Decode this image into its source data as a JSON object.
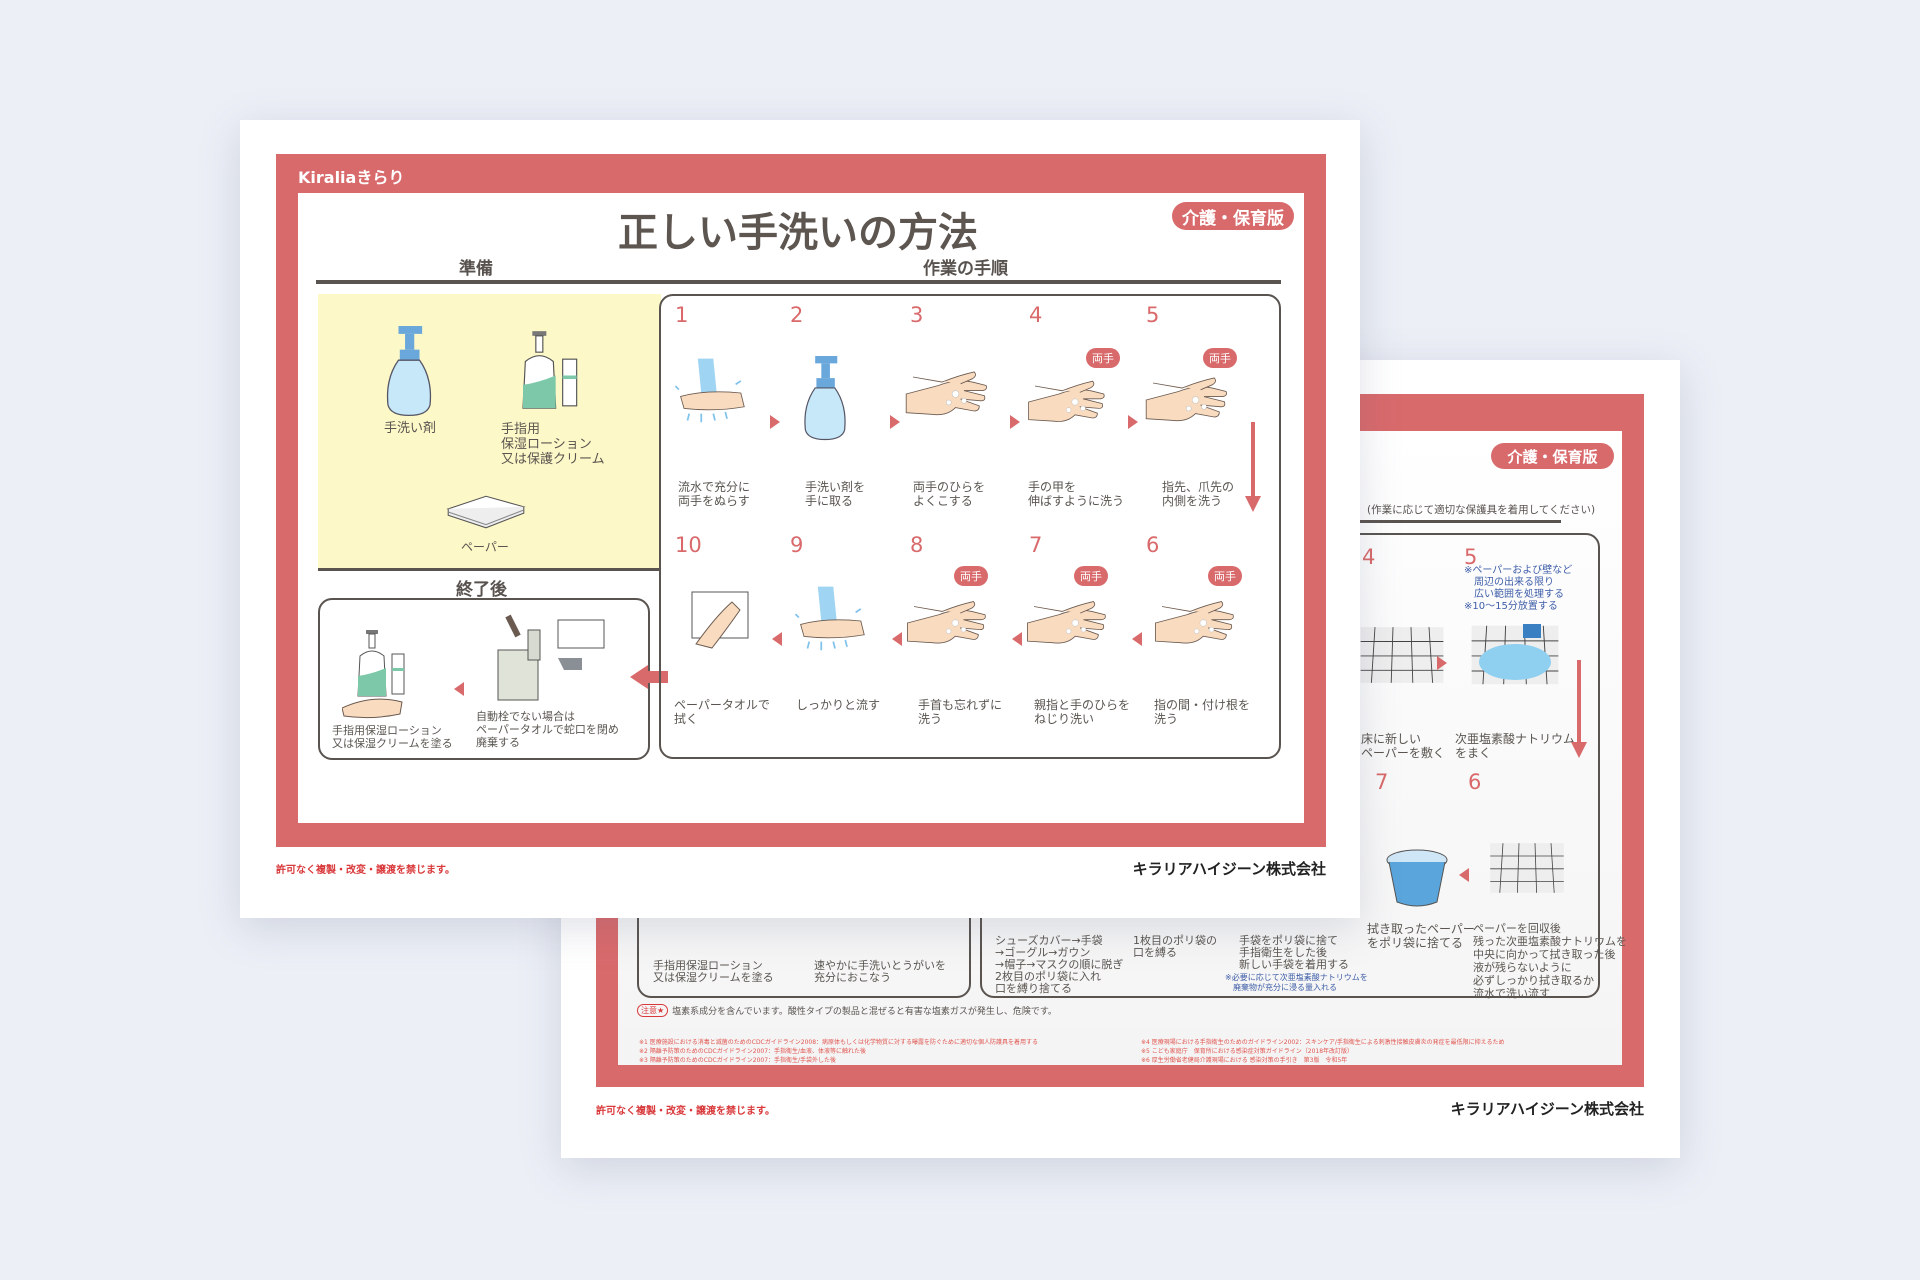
{
  "back_card": {
    "badge": "介護・保育版",
    "subtitle": "(作業に応じて適切な保護具を着用してください)",
    "steps": [
      {
        "num": "4",
        "caption": "床に新しい\nペーパーを敷く"
      },
      {
        "num": "5",
        "note": "※ペーパーおよび壁など\n　周辺の出来る限り\n　広い範囲を処理する\n※10〜15分放置する",
        "caption": "次亜塩素酸ナトリウム\nをまく"
      },
      {
        "num": "7",
        "caption": "拭き取ったペーパー\nをポリ袋に捨てる"
      },
      {
        "num": "6",
        "caption": "ペーパーを回収後\n残った次亜塩素酸ナトリウムを\n中央に向かって拭き取った後\n液が残らないように\n必ずしっかり拭き取るか\n流水で洗い流す"
      }
    ],
    "bottom_captions": [
      "シューズカバー→手袋\n→ゴーグル→ガウン\n→帽子→マスクの順に脱ぎ\n2枚目のポリ袋に入れ\n口を縛り捨てる",
      "1枚目のポリ袋の\n口を縛る",
      "手袋をポリ袋に捨て\n手指衛生をした後\n新しい手袋を着用する"
    ],
    "bottom_note": "※必要に応じて次亜塩素酸ナトリウムを\n　廃棄物が充分に浸る量入れる",
    "after_captions": [
      "手指用保湿ローション\n又は保湿クリームを塗る",
      "速やかに手洗いとうがいを\n充分におこなう"
    ],
    "caution_label": "注意★",
    "caution": "塩素系成分を含んでいます。酸性タイプの製品と混ぜると有害な塩素ガスが発生し、危険です。",
    "footnotes_left": "※1 医療施設における消毒と滅菌のためのCDCガイドライン2008：病原体もしくは化学物質に対する曝露を防ぐために適切な個人防護具を着用する\n※2 隔離予防策のためのCDCガイドライン2007：手指衛生/血液、体液等に触れた後\n※3 隔離予防策のためのCDCガイドライン2007：手指衛生/手袋外した後",
    "footnotes_right": "※4 医療現場における手指衛生のためのガイドライン2002：スキンケア/手指衛生による刺激性接触皮膚炎の発症を最低限に抑えるため\n※5 こども家庭庁　保育所における感染症対策ガイドライン（2018年改訂版）\n※6 厚生労働省老健局介護現場における 感染対策の手引き　第3版　令和5年",
    "copyright": "許可なく複製・改変・譲渡を禁じます。",
    "company": "キラリアハイジーン株式会社"
  },
  "front_card": {
    "brand": "Kiraliaきらり",
    "title": "正しい手洗いの方法",
    "badge": "介護・保育版",
    "prep_heading": "準備",
    "procedure_heading": "作業の手順",
    "after_heading": "終了後",
    "prep_items": [
      {
        "label": "手洗い剤"
      },
      {
        "label": "手指用\n保湿ローション\n又は保護クリーム"
      },
      {
        "label": "ペーパー"
      }
    ],
    "both_hands_label": "両手",
    "steps": [
      {
        "num": "1",
        "caption": "流水で充分に\n両手をぬらす",
        "both_hands": false
      },
      {
        "num": "2",
        "caption": "手洗い剤を\n手に取る",
        "both_hands": false
      },
      {
        "num": "3",
        "caption": "両手のひらを\nよくこする",
        "both_hands": false
      },
      {
        "num": "4",
        "caption": "手の甲を\n伸ばすように洗う",
        "both_hands": true
      },
      {
        "num": "5",
        "caption": "指先、爪先の\n内側を洗う",
        "both_hands": true
      },
      {
        "num": "6",
        "caption": "指の間・付け根を\n洗う",
        "both_hands": true
      },
      {
        "num": "7",
        "caption": "親指と手のひらを\nねじり洗い",
        "both_hands": true
      },
      {
        "num": "8",
        "caption": "手首も忘れずに\n洗う",
        "both_hands": true
      },
      {
        "num": "9",
        "caption": "しっかりと流す",
        "both_hands": false
      },
      {
        "num": "10",
        "caption": "ペーパータオルで\n拭く",
        "both_hands": false
      }
    ],
    "after_items": [
      {
        "caption": "手指用保湿ローション\n又は保湿クリームを塗る"
      },
      {
        "caption": "自動栓でない場合は\nペーパータオルで蛇口を閉め\n廃棄する"
      }
    ],
    "copyright": "許可なく複製・改変・譲渡を禁じます。",
    "company": "キラリアハイジーン株式会社"
  },
  "colors": {
    "accent": "#d96a6c",
    "prep_bg": "#fdf8c8",
    "background": "#eceff6"
  }
}
